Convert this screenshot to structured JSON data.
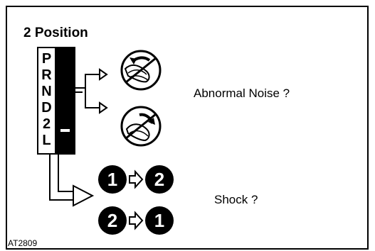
{
  "title": "2 Position",
  "gear_letters": [
    "P",
    "R",
    "N",
    "D",
    "2",
    "L"
  ],
  "selector_indicator": "–",
  "labels": {
    "abnormal_noise": "Abnormal Noise ?",
    "shock": "Shock ?"
  },
  "shifts": [
    {
      "from": "1",
      "to": "2"
    },
    {
      "from": "2",
      "to": "1"
    }
  ],
  "figure_code": "AT2809",
  "icons": [
    "hand-push-forward-icon",
    "hand-pull-back-icon",
    "shift-arrow-icon"
  ]
}
